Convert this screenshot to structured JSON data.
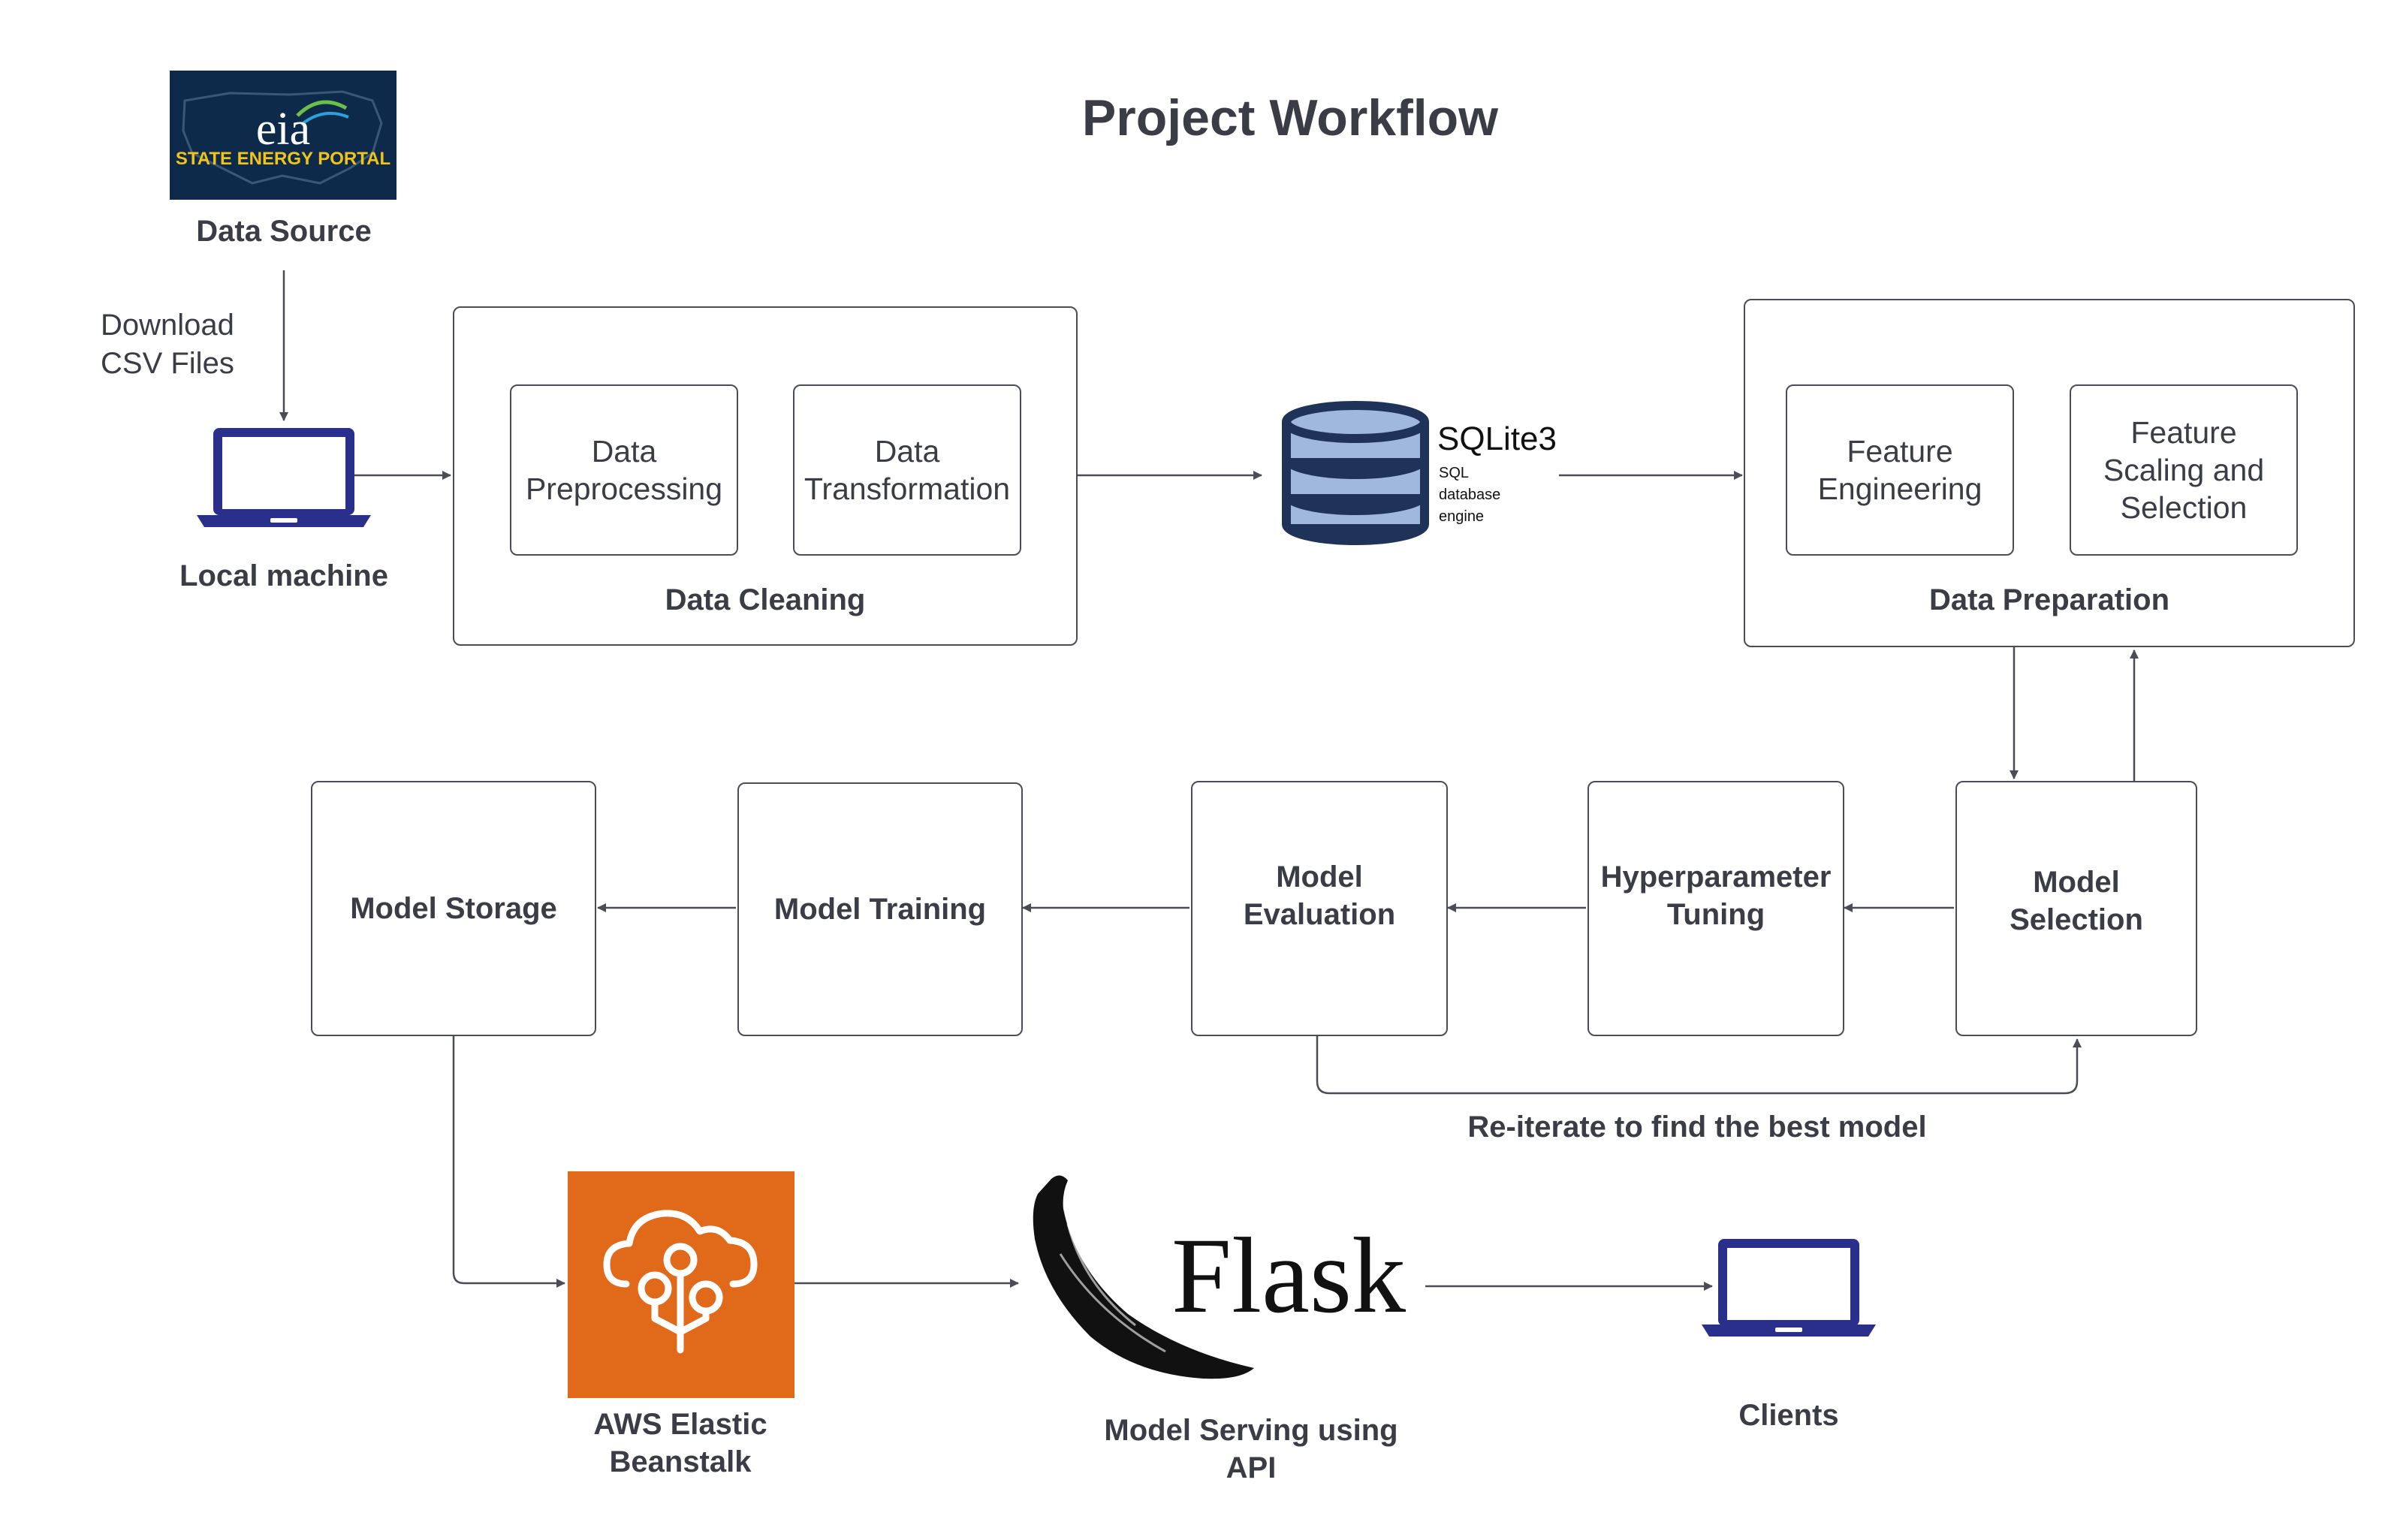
{
  "title": "Project Workflow",
  "data_source": {
    "logo_text": "eia",
    "logo_subtext": "STATE ENERGY PORTAL",
    "label": "Data Source"
  },
  "download_label_line1": "Download",
  "download_label_line2": "CSV Files",
  "local_machine": {
    "label": "Local machine"
  },
  "data_cleaning": {
    "label": "Data Cleaning",
    "step1_line1": "Data",
    "step1_line2": "Preprocessing",
    "step2_line1": "Data",
    "step2_line2": "Transformation"
  },
  "sqlite": {
    "name": "SQLite3",
    "sub1": "SQL",
    "sub2": "database",
    "sub3": "engine"
  },
  "data_preparation": {
    "label": "Data Preparation",
    "step1_line1": "Feature",
    "step1_line2": "Engineering",
    "step2_line1": "Feature",
    "step2_line2": "Scaling and",
    "step2_line3": "Selection"
  },
  "model_selection": {
    "line1": "Model",
    "line2": "Selection"
  },
  "hyperparameter_tuning": {
    "line1": "Hyperparameter",
    "line2": "Tuning"
  },
  "model_evaluation": {
    "line1": "Model",
    "line2": "Evaluation"
  },
  "model_training": {
    "label": "Model Training"
  },
  "model_storage": {
    "label": "Model Storage"
  },
  "reiterate_label": "Re-iterate to find the best model",
  "aws": {
    "line1": "AWS Elastic",
    "line2": "Beanstalk"
  },
  "flask": {
    "logo_text": "Flask",
    "line1": "Model Serving using",
    "line2": "API"
  },
  "clients": {
    "label": "Clients"
  },
  "colors": {
    "laptop": "#2b2f8c",
    "aws_orange": "#e0691a",
    "db_navy": "#1f3358",
    "db_light": "#9fb8dc",
    "eia_bg": "#0e2a4a",
    "eia_yellow": "#f2c418",
    "line": "#4a4d55"
  }
}
